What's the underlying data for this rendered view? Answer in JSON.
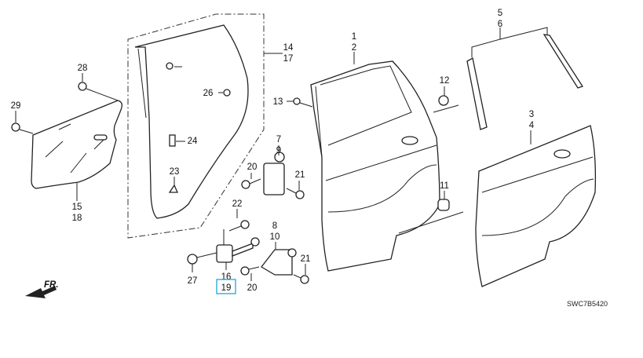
{
  "diagram": {
    "labels": {
      "l1": "1",
      "l2": "2",
      "l3": "3",
      "l4": "4",
      "l5": "5",
      "l6": "6",
      "l7": "7",
      "l8": "8",
      "l9": "9",
      "l10": "10",
      "l11": "11",
      "l12": "12",
      "l13": "13",
      "l14": "14",
      "l15": "15",
      "l16": "16",
      "l17": "17",
      "l18": "18",
      "l19": "19",
      "l20a": "20",
      "l20b": "20",
      "l21a": "21",
      "l21b": "21",
      "l22": "22",
      "l23": "23",
      "l24": "24",
      "l26": "26",
      "l27": "27",
      "l28": "28",
      "l29": "29"
    },
    "front_indicator": "FR.",
    "diagram_code": "SWC7B5420",
    "selected_part": "19",
    "colors": {
      "highlight": "#3bb3e0",
      "line": "#222222"
    }
  }
}
